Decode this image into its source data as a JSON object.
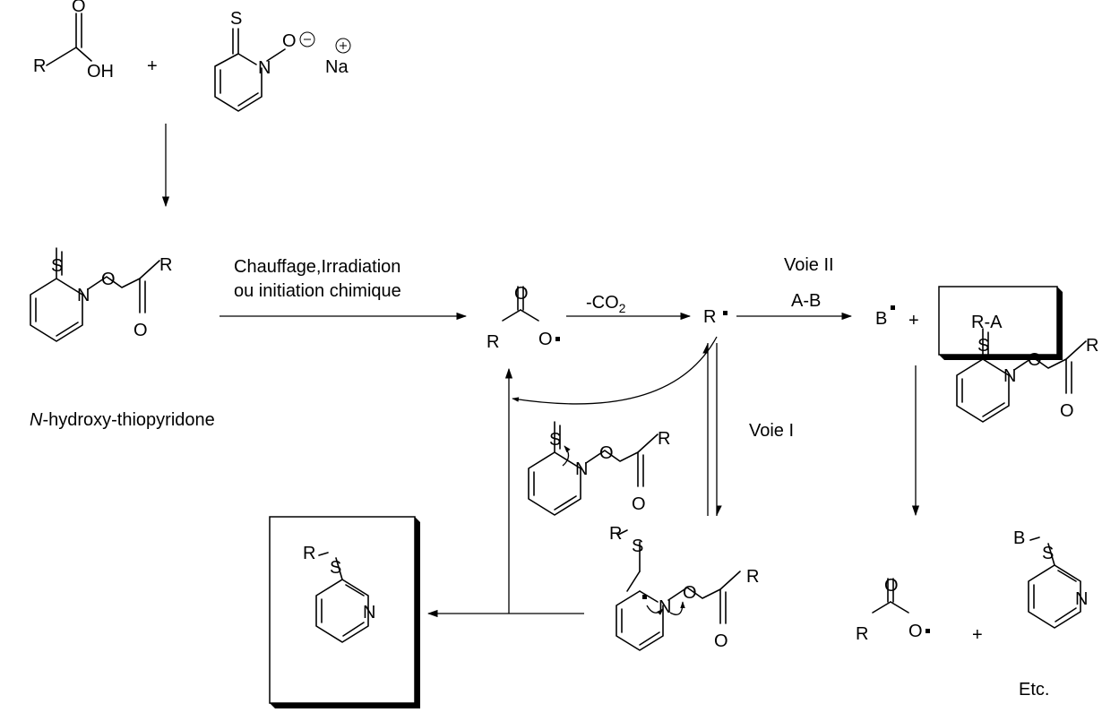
{
  "atoms": {
    "R": "R",
    "O": "O",
    "OH": "OH",
    "S": "S",
    "N": "N",
    "Na": "Na",
    "B": "B",
    "plus": "+"
  },
  "conditions": {
    "line1": "Chauffage,Irradiation",
    "line2": "ou initiation chimique",
    "minus_co2": "-CO",
    "co2_sub": "2",
    "voie2": "Voie II",
    "ab": "A-B",
    "voie1": "Voie I"
  },
  "labels": {
    "reagent_name": "-hydroxy-thiopyridone",
    "reagent_name_italic": "N",
    "product": "R-A",
    "etc": "Etc."
  }
}
